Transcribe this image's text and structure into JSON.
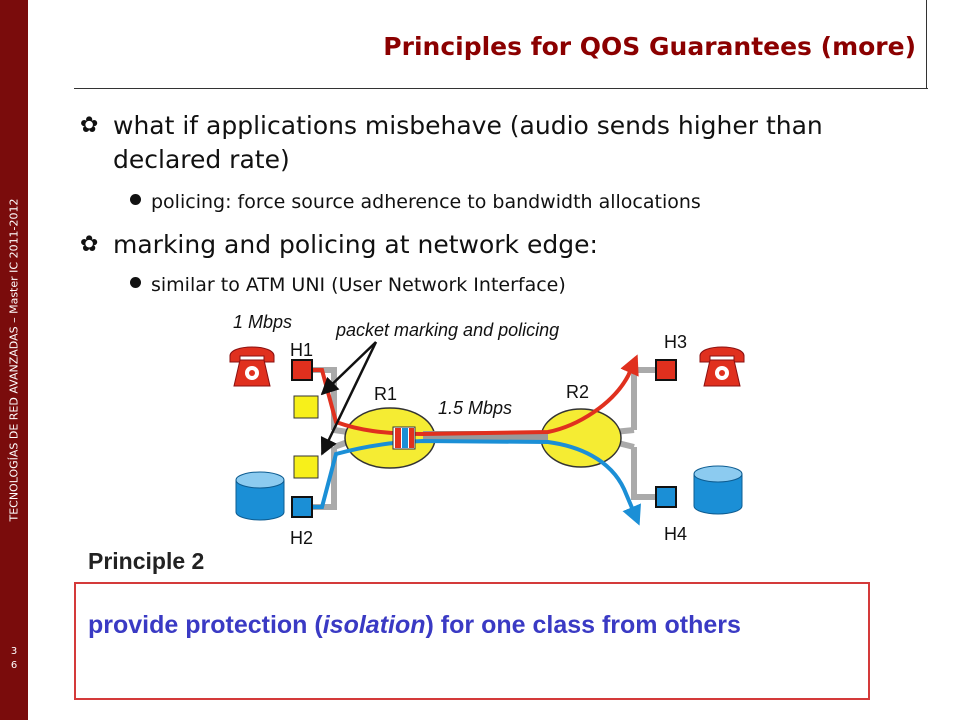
{
  "sidebar": {
    "text": "TECNOLOGÍAS DE RED AVANZADAS – Master IC 2011-2012",
    "slide_number_digits": [
      "3",
      "6"
    ]
  },
  "title": "Principles for QOS Guarantees (more)",
  "bullets": [
    {
      "text": "what if applications misbehave (audio sends higher than declared rate)",
      "sub": [
        "policing: force source adherence to bandwidth allocations"
      ]
    },
    {
      "text": "marking and policing at network edge:",
      "sub": [
        "similar to ATM UNI (User Network Interface)"
      ]
    }
  ],
  "diagram": {
    "rate_left": "1 Mbps",
    "marking_label": "packet marking and policing",
    "link_rate": "1.5 Mbps",
    "hosts": [
      "H1",
      "H2",
      "H3",
      "H4"
    ],
    "routers": [
      "R1",
      "R2"
    ],
    "colors": {
      "audio_flow": "#e0301e",
      "data_flow": "#1b8fd6",
      "router_fill": "#f5ec33",
      "marker_fill": "#f7f01a",
      "phone_icon": "#e0301e",
      "database_icon": "#1b8fd6"
    },
    "icons": [
      "phone-icon",
      "phone-icon",
      "database-icon",
      "database-icon"
    ]
  },
  "principle": {
    "label": "Principle 2",
    "text_before": "provide protection (",
    "text_emphasis": "isolation",
    "text_after": ") for one class from others"
  }
}
